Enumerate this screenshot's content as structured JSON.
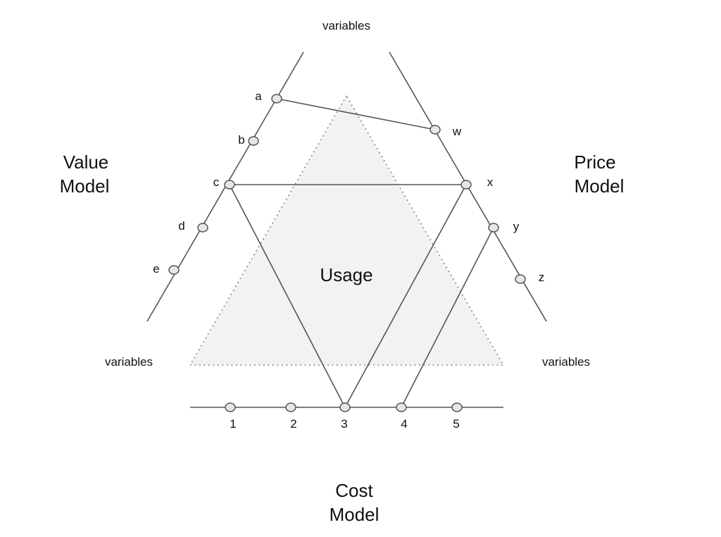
{
  "labels": {
    "top_variables": "variables",
    "left_variables": "variables",
    "right_variables": "variables",
    "value_model": [
      "Value",
      "Model"
    ],
    "price_model": [
      "Price",
      "Model"
    ],
    "cost_model": [
      "Cost",
      "Model"
    ],
    "usage": "Usage"
  },
  "value_points": [
    "a",
    "b",
    "c",
    "d",
    "e"
  ],
  "price_points": [
    "w",
    "x",
    "y",
    "z"
  ],
  "cost_points": [
    "1",
    "2",
    "3",
    "4",
    "5"
  ],
  "connections": [
    [
      "a",
      "w"
    ],
    [
      "c",
      "x"
    ],
    [
      "c",
      "3"
    ],
    [
      "x",
      "3"
    ],
    [
      "y",
      "4"
    ]
  ],
  "colors": {
    "line": "#555555",
    "usage_fill": "#f2f2f2",
    "point_fill": "#e6e6e6"
  }
}
